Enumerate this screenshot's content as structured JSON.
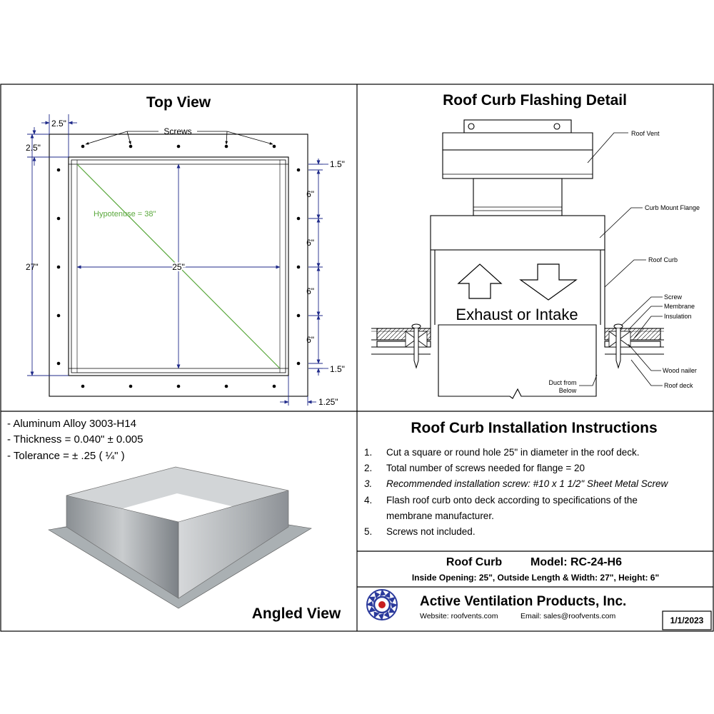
{
  "top_view": {
    "title": "Top View",
    "screws_label": "Screws",
    "dim_left_offset": "2.5\"",
    "dim_top_offset": "2.5\"",
    "dim_height": "27\"",
    "dim_width": "25\"",
    "hypotenuse": "Hypotenuse = 38\"",
    "dim_edge_top": "1.5\"",
    "dim_spacing_1": "6\"",
    "dim_spacing_2": "6\"",
    "dim_spacing_3": "6\"",
    "dim_spacing_4": "6\"",
    "dim_edge_bottom": "1.5\"",
    "dim_flange": "1.25\""
  },
  "flashing_detail": {
    "title": "Roof Curb Flashing Detail",
    "airflow_label": "Exhaust or Intake",
    "labels": {
      "roof_vent": "Roof Vent",
      "curb_mount_flange": "Curb Mount Flange",
      "roof_curb": "Roof Curb",
      "screw": "Screw",
      "membrane": "Membrane",
      "insulation": "Insulation",
      "wood_nailer": "Wood nailer",
      "roof_deck": "Roof deck",
      "duct_from": "Duct from",
      "duct_below": "Below"
    }
  },
  "specs": {
    "material": "- Aluminum Alloy 3003-H14",
    "thickness": "- Thickness = 0.040\" ± 0.005",
    "tolerance": "- Tolerance =  ± .25 ( ¼\" )",
    "angled_view": "Angled View"
  },
  "instructions": {
    "title": "Roof Curb Installation Instructions",
    "steps": [
      {
        "num": "1.",
        "text": "Cut a square or round hole 25\" in diameter in the roof deck."
      },
      {
        "num": "2.",
        "text": "Total number of screws needed for flange = 20"
      },
      {
        "num": "3.",
        "text": "Recommended installation screw: #10 x 1 1/2\" Sheet Metal Screw"
      },
      {
        "num": "4.",
        "text": "Flash roof curb onto deck according to specifications of the"
      },
      {
        "num": "",
        "text": "membrane manufacturer."
      },
      {
        "num": "5.",
        "text": "Screws not included."
      }
    ]
  },
  "model": {
    "name": "Roof Curb",
    "model_label": "Model: RC-24-H6",
    "details": "Inside Opening: 25\",  Outside Length & Width: 27\",  Height: 6\""
  },
  "company": {
    "name": "Active Ventilation Products, Inc.",
    "website": "Website:  roofvents.com",
    "email": "Email:  sales@roofvents.com",
    "date": "1/1/2023",
    "logo_color": "#2b3a9c"
  },
  "colors": {
    "dimension_line": "#1f2a8a",
    "hypotenuse": "#5aa83c"
  }
}
